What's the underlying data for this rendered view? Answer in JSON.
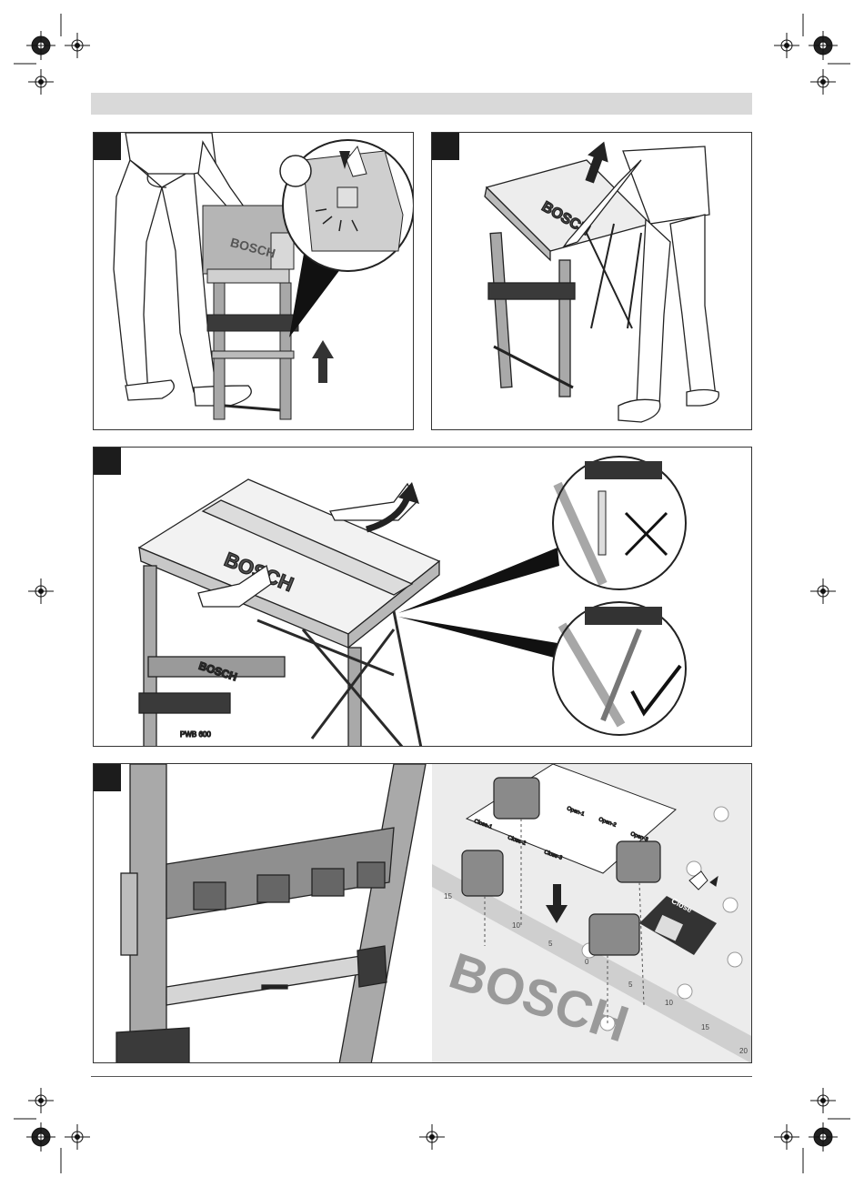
{
  "page": {
    "colors": {
      "header_bar": "#d9d9d9",
      "panel_tab": "#1c1c1c",
      "line_art": "#222222",
      "metal_grey": "#a9a9a9",
      "dark_plastic": "#3a3a3a",
      "tabletop": "#f2f2f2"
    }
  },
  "figures": [
    {
      "logo": "BOSCH"
    },
    {
      "logo": "BOSCH"
    },
    {
      "logo": "BOSCH",
      "stand_label": "PWB 600",
      "callouts": [
        {
          "icon": "cross-mark-icon"
        },
        {
          "icon": "check-mark-icon"
        }
      ]
    },
    {
      "logo": "BOSCH",
      "sticker_labels": [
        "Open-1",
        "Open-2",
        "Open-3",
        "Close-1",
        "Close-2",
        "Close-3"
      ],
      "close_label": "Close",
      "ruler_ticks": [
        "15",
        "10",
        "5",
        "0",
        "5",
        "10",
        "15",
        "20"
      ]
    }
  ]
}
